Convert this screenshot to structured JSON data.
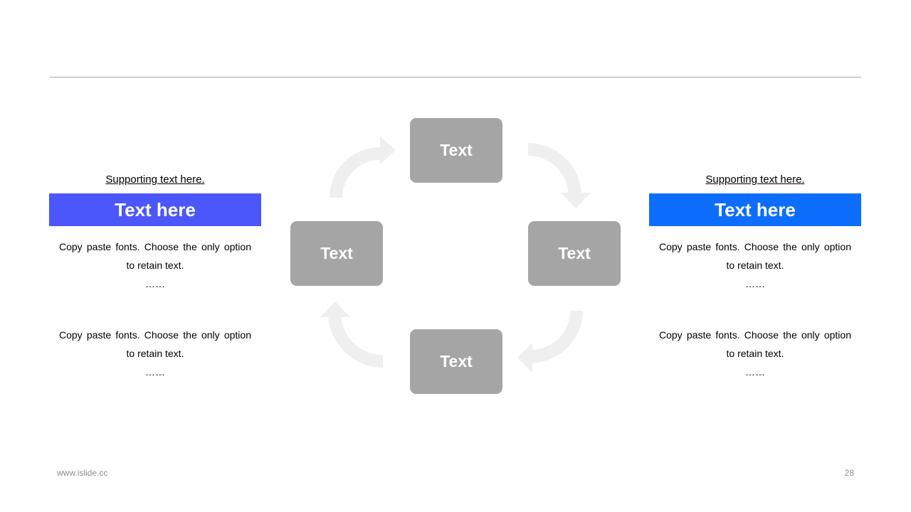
{
  "colors": {
    "left_banner": "#4b57fb",
    "right_banner": "#0d6efd",
    "box": "#a5a5a5",
    "arrow": "#efefef",
    "rule": "#a6a6a6"
  },
  "left_panel": {
    "supporting": "Supporting text here.",
    "banner": "Text here",
    "paragraph_1": "Copy paste fonts. Choose the only option to retain text.",
    "ellipsis_1": "……",
    "paragraph_2": "Copy paste fonts. Choose the only option to retain text.",
    "ellipsis_2": "……"
  },
  "right_panel": {
    "supporting": "Supporting text here.",
    "banner": "Text here",
    "paragraph_1": "Copy paste fonts. Choose the only option to retain text.",
    "ellipsis_1": "……",
    "paragraph_2": "Copy paste fonts. Choose the only option to retain text.",
    "ellipsis_2": "……"
  },
  "cycle": {
    "top": "Text",
    "right": "Text",
    "bottom": "Text",
    "left": "Text"
  },
  "footer": {
    "url": "www.islide.cc",
    "page": "28"
  }
}
